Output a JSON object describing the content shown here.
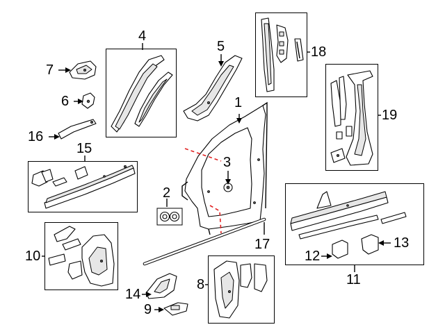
{
  "callouts": {
    "c1": "1",
    "c2": "2",
    "c3": "3",
    "c4": "4",
    "c5": "5",
    "c6": "6",
    "c7": "7",
    "c8": "8",
    "c9": "9",
    "c10": "10",
    "c11": "11",
    "c12": "12",
    "c13": "13",
    "c14": "14",
    "c15": "15",
    "c16": "16",
    "c17": "17",
    "c18": "18",
    "c19": "19"
  },
  "colors": {
    "line": "#000000",
    "section_cut": "#e02020",
    "fill": "#ffffff"
  }
}
